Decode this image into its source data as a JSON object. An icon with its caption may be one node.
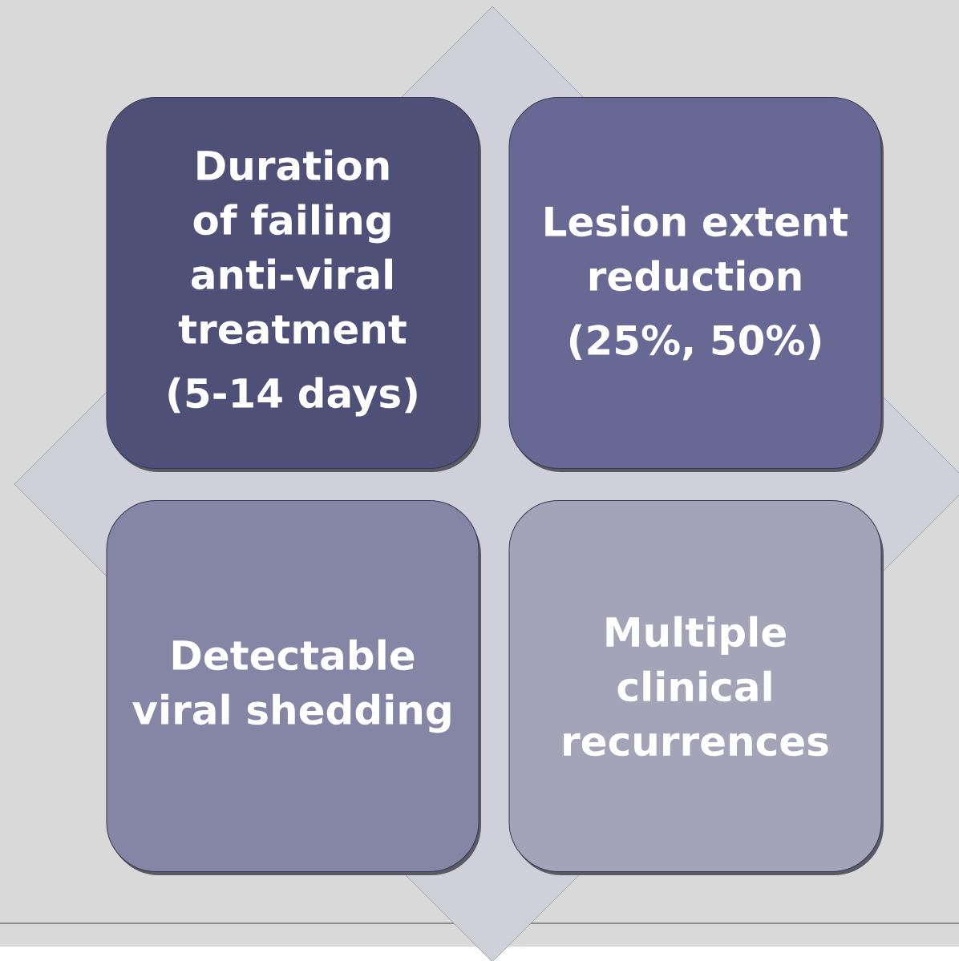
{
  "diagram": {
    "nodes": [
      {
        "text": [
          "Duration of failing anti-viral treatment",
          "(5-14 days)"
        ]
      },
      {
        "text": [
          "Lesion extent reduction",
          "(25%, 50%)"
        ]
      },
      {
        "text": [
          "Detectable viral shedding"
        ]
      },
      {
        "text": [
          "Multiple clinical recurrences"
        ]
      }
    ]
  }
}
